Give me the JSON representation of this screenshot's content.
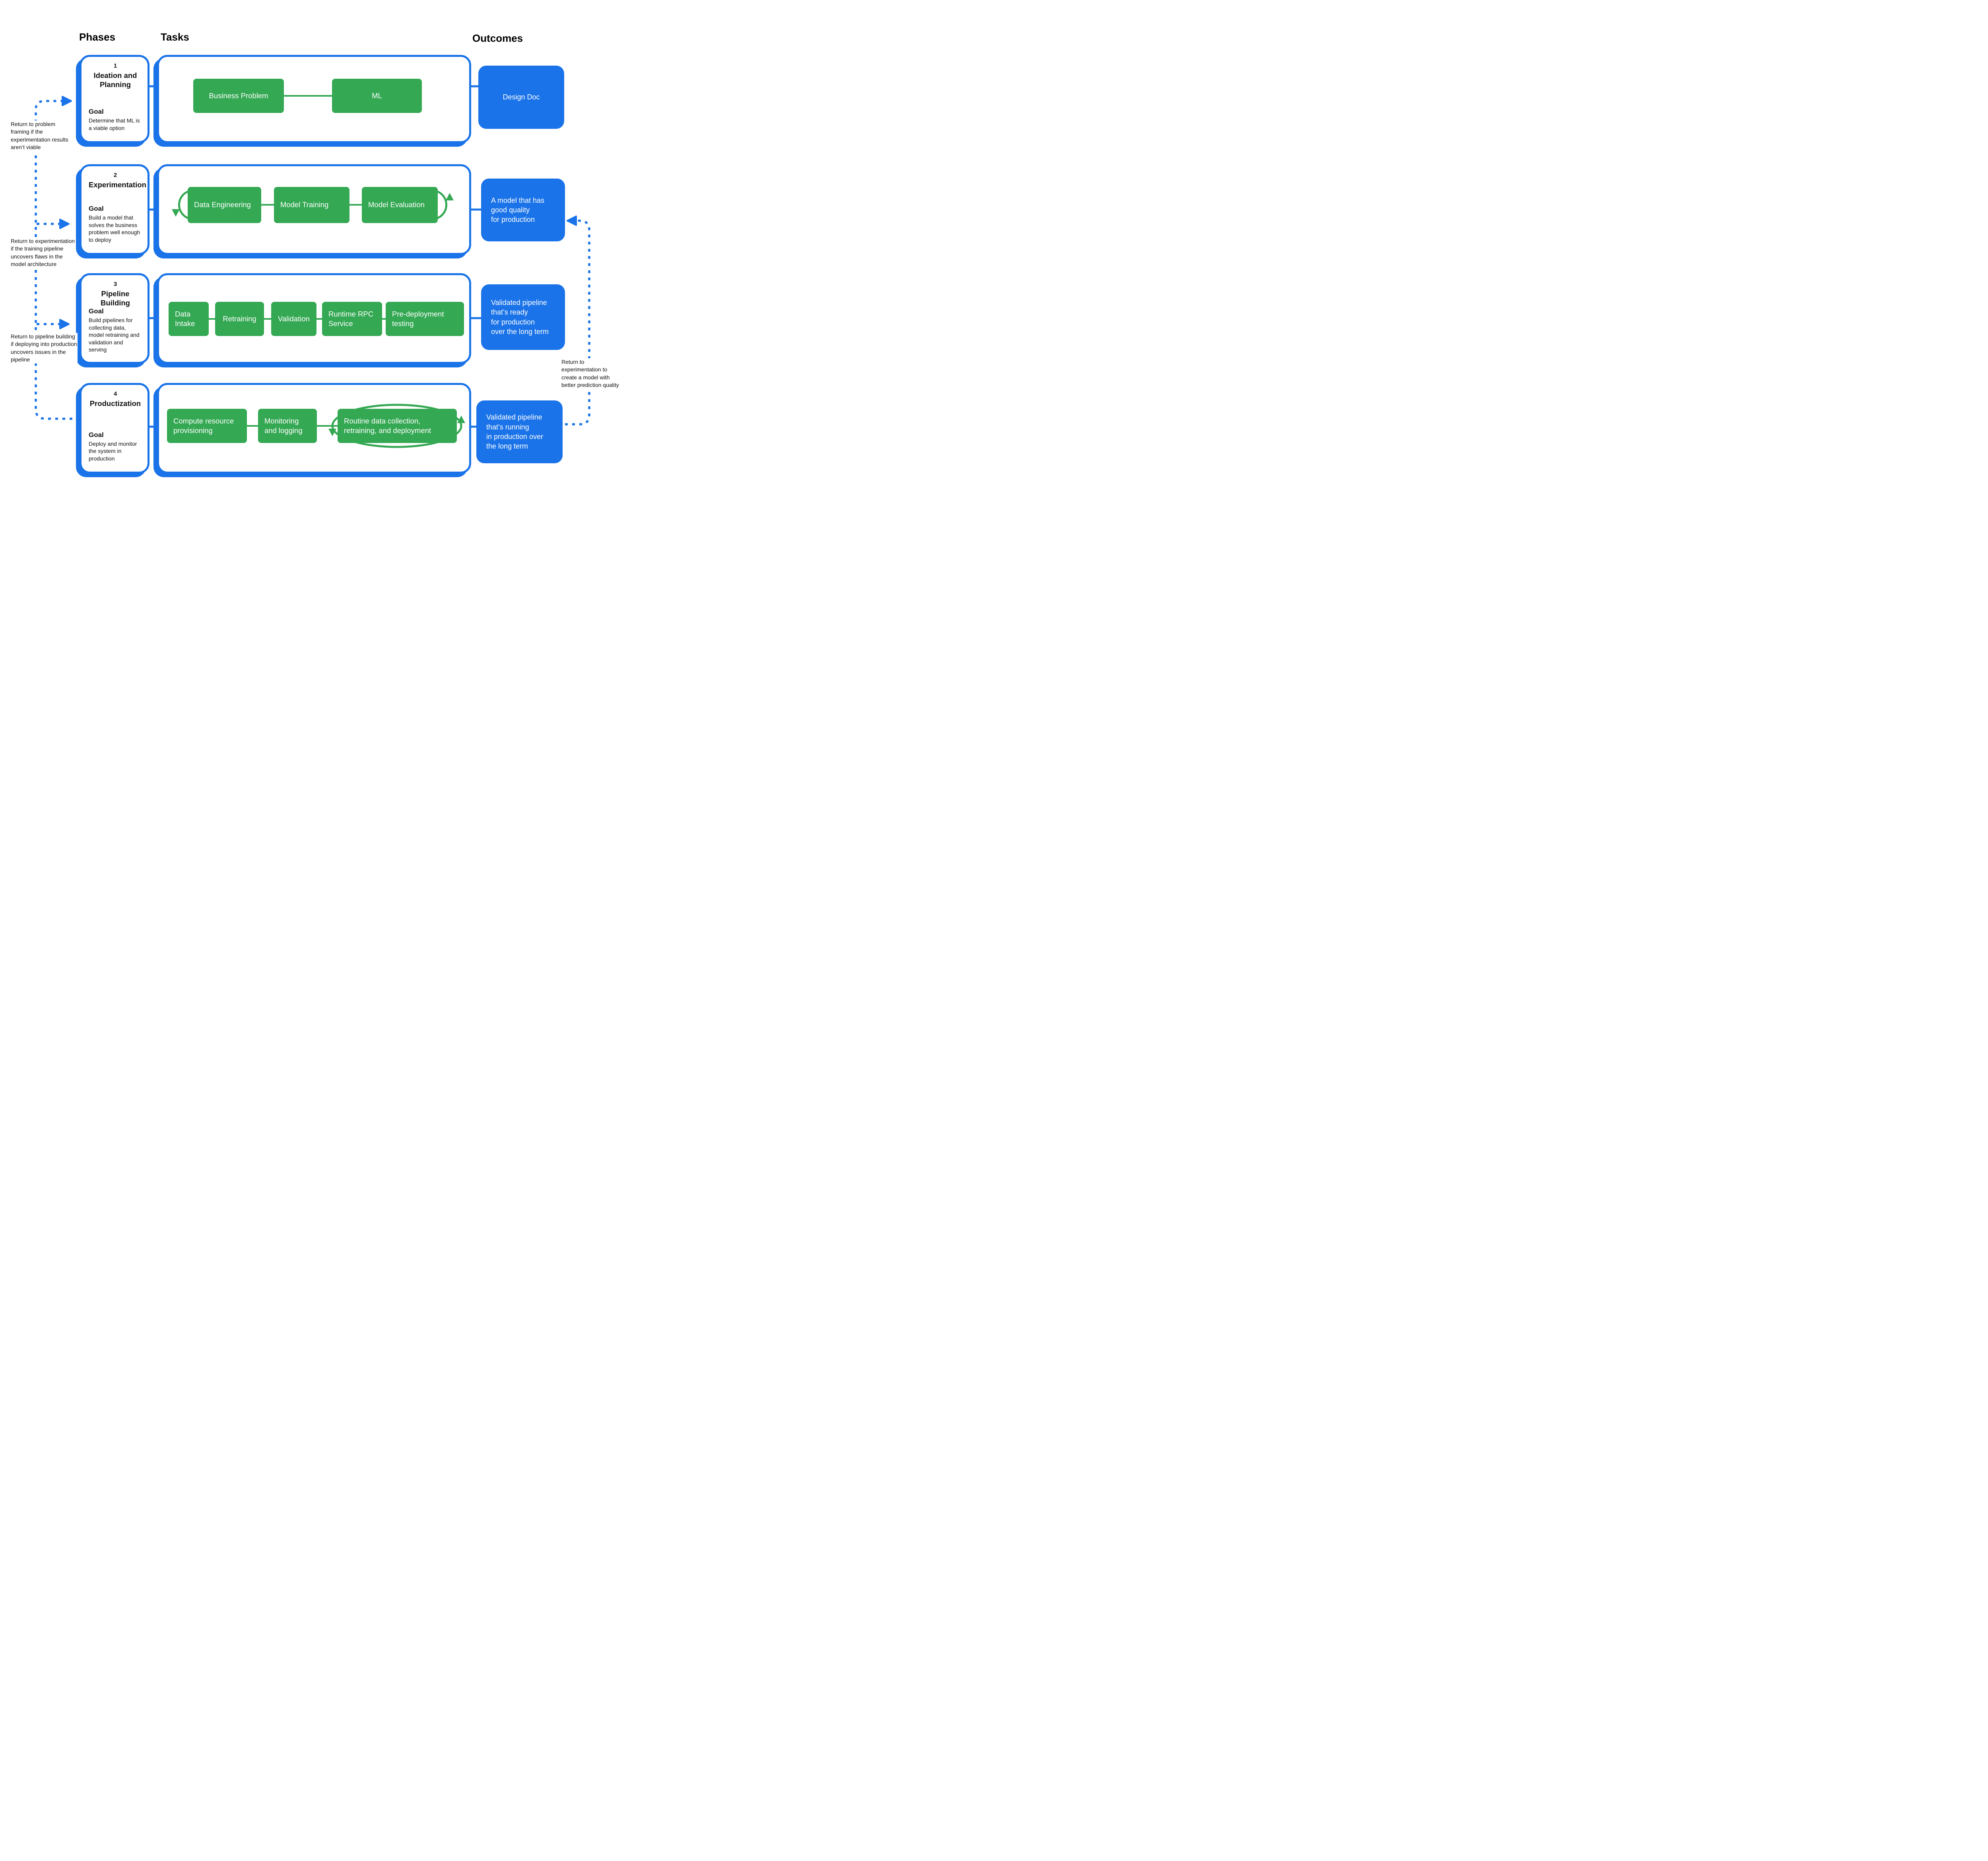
{
  "headers": {
    "phases": "Phases",
    "tasks": "Tasks",
    "outcomes": "Outcomes"
  },
  "phases": [
    {
      "number": "1",
      "title": "Ideation and Planning",
      "goal_label": "Goal",
      "goal": "Determine that ML is a viable option"
    },
    {
      "number": "2",
      "title": "Experimentation",
      "goal_label": "Goal",
      "goal": "Build a model that solves the business problem well enough to deploy"
    },
    {
      "number": "3",
      "title": "Pipeline Building",
      "goal_label": "Goal",
      "goal": "Build pipelines for collecting data, model retraining and validation and serving"
    },
    {
      "number": "4",
      "title": "Productization",
      "goal_label": "Goal",
      "goal": "Deploy and monitor the system in production"
    }
  ],
  "tasks": {
    "row1": [
      "Business Problem",
      "ML"
    ],
    "row2": [
      "Data Engineering",
      "Model Training",
      "Model Evaluation"
    ],
    "row3": [
      "Data Intake",
      "Retraining",
      "Validation",
      "Runtime RPC Service",
      "Pre-deployment testing"
    ],
    "row4": [
      "Compute resource provisioning",
      "Monitoring and logging",
      "Routine data collection, retraining, and deployment"
    ]
  },
  "outcomes": [
    "Design Doc",
    "A model that has\ngood quality\nfor production",
    "Validated pipeline\nthat’s ready\nfor production\nover the long term",
    "Validated pipeline\nthat’s running\nin production over\nthe long term"
  ],
  "annotations": {
    "left": [
      "Return to problem framing if the experimentation results aren’t viable",
      "Return to experimentation if the training pipeline uncovers flaws in the model architecture",
      "Return to pipeline building if deploying into production uncovers issues in the pipeline"
    ],
    "right": "Return to experimentation to create a model with better prediction quality"
  },
  "colors": {
    "green": "#34a853",
    "blue": "#1a73e8"
  }
}
